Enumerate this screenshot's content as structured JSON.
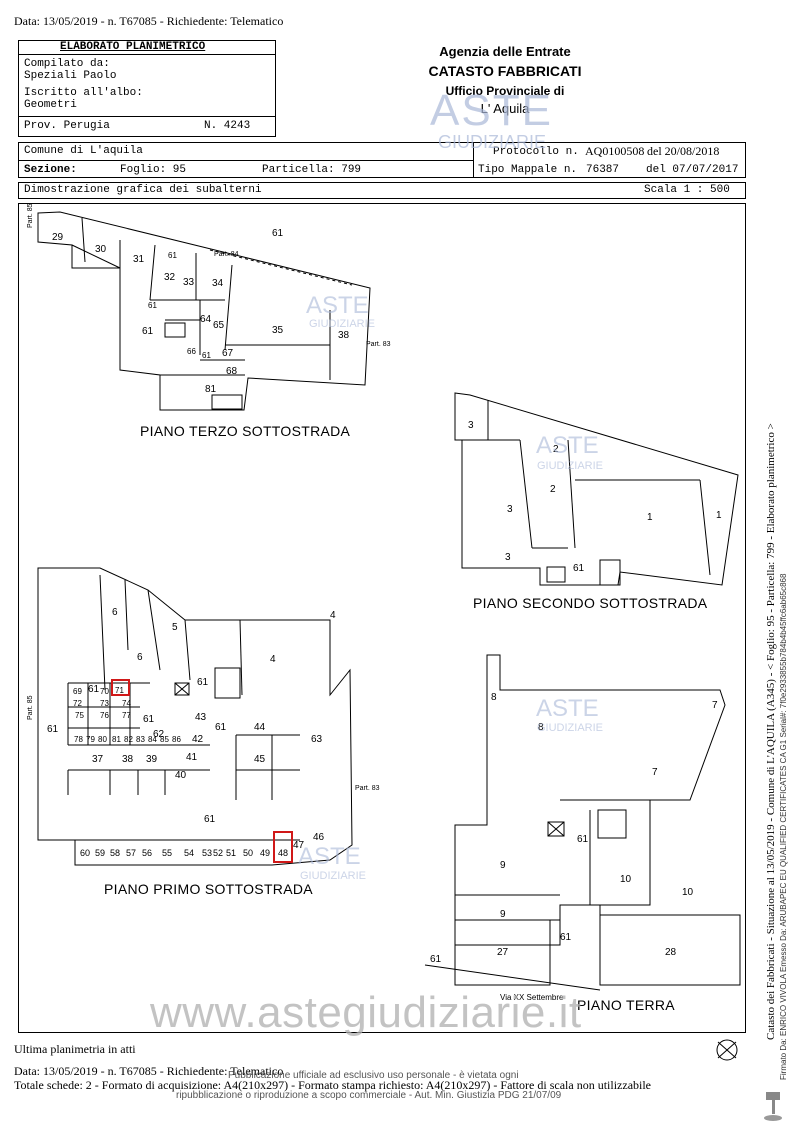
{
  "header_line": "Data: 13/05/2019 - n. T67085 - Richiedente: Telematico",
  "elaborato": {
    "title": "ELABORATO PLANIMETRICO",
    "compilato_label": "Compilato da:",
    "compilato_value": "Speziali Paolo",
    "iscritto_label": "Iscritto all'albo:",
    "iscritto_value": "Geometri",
    "prov_label": "Prov. Perugia",
    "numero": "N. 4243"
  },
  "agency": {
    "line1": "Agenzia delle Entrate",
    "line2": "CATASTO FABBRICATI",
    "line3": "Ufficio Provinciale di",
    "line4": "L' Aquila"
  },
  "info": {
    "comune": "Comune di L'aquila",
    "sezione": "Sezione:",
    "foglio": "Foglio: 95",
    "particella": "Particella: 799",
    "protocollo_label": "Protocollo n.",
    "protocollo_value": "AQ0100508",
    "protocollo_del": "del 20/08/2018",
    "tipo_label": "Tipo Mappale n.",
    "tipo_value": "76387",
    "tipo_del": "del 07/07/2017",
    "dimostrazione": "Dimostrazione grafica dei subalterni",
    "scala": "Scala 1 : 500"
  },
  "plans": {
    "terzo": "PIANO TERZO SOTTOSTRADA",
    "secondo": "PIANO SECONDO SOTTOSTRADA",
    "primo": "PIANO PRIMO SOTTOSTRADA",
    "terra": "PIANO TERRA"
  },
  "side_text": {
    "main": "Catasto dei Fabbricati - Situazione al 13/05/2019 - Comune di L'AQUILA (A345) - < Foglio: 95 - Particella: 799 - Elaborato planimetrico >",
    "signature": "Firmato Da: ENRICO VIVOLA Emesso Da: ARUBAPEC EU QUALIFIED CERTIFICATES CA G1 Serial#: 7f0e2933855b784b4b45ffc6ab65c868"
  },
  "watermark": {
    "aste": "ASTE",
    "giudiziarie": "GIUDIZIARIE",
    "site": "www.astegiudiziarie.it"
  },
  "footer": {
    "ultima": "Ultima planimetria in atti",
    "line1": "Data: 13/05/2019 - n. T67085 - Richiedente: Telematico",
    "line2": "Totale schede: 2 - Formato di acquisizione: A4(210x297) - Formato stampa richiesto: A4(210x297) - Fattore di scala non utilizzabile",
    "notice1": "Pubblicazione ufficiale ad esclusivo uso personale - è vietata ogni",
    "notice2": "ripubblicazione o riproduzione a scopo commerciale - Aut. Min. Giustizia PDG 21/07/09"
  },
  "map_labels": {
    "via": "Via XX Settembre",
    "part85": "Part. 85",
    "part84": "Part. 84",
    "part83": "Part. 83"
  }
}
